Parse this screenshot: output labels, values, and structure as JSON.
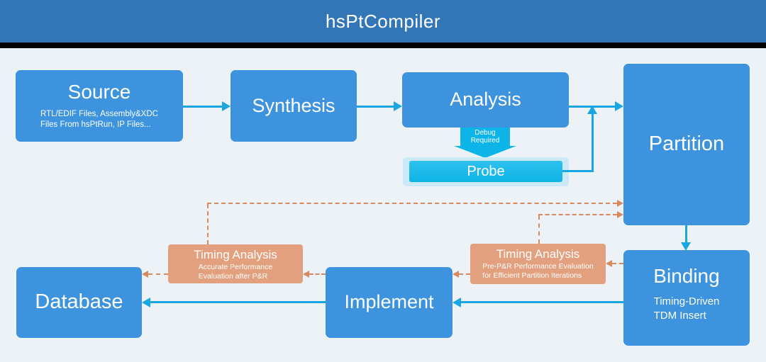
{
  "header": {
    "title": "hsPtCompiler"
  },
  "nodes": {
    "source": {
      "title": "Source",
      "subtitle_line1": "RTL/EDIF Files, Assembly&XDC",
      "subtitle_line2": "Files From hsPtRun, IP Files..."
    },
    "synthesis": {
      "title": "Synthesis"
    },
    "analysis": {
      "title": "Analysis"
    },
    "debug_label": {
      "line1": "Debug",
      "line2": "Required"
    },
    "probe": {
      "title": "Probe"
    },
    "partition": {
      "title": "Partition"
    },
    "binding": {
      "title": "Binding",
      "subtitle_line1": "Timing-Driven",
      "subtitle_line2": "TDM Insert"
    },
    "implement": {
      "title": "Implement"
    },
    "database": {
      "title": "Database"
    },
    "timing_analysis_left": {
      "title": "Timing Analysis",
      "subtitle_line1": "Accurate Performance",
      "subtitle_line2": "Evaluation after P&R"
    },
    "timing_analysis_right": {
      "title": "Timing Analysis",
      "subtitle_line1": "Pre-P&R Performance Evaluation",
      "subtitle_line2": "for Efficient Partition Iterations"
    }
  },
  "colors": {
    "header_bg": "#3276b7",
    "divider": "#010101",
    "canvas_bg": "#edf2f7",
    "node_blue": "#3d93dd",
    "arrow_cyan": "#1aa7e1",
    "probe_cyan": "#0db3e7",
    "probe_halo": "#cbe9f6",
    "debug_arrow_cyan": "#0db4e8",
    "feedback_salmon": "#e3a07e",
    "feedback_dash_orange": "#d9895f",
    "text_white": "#ffffff"
  }
}
